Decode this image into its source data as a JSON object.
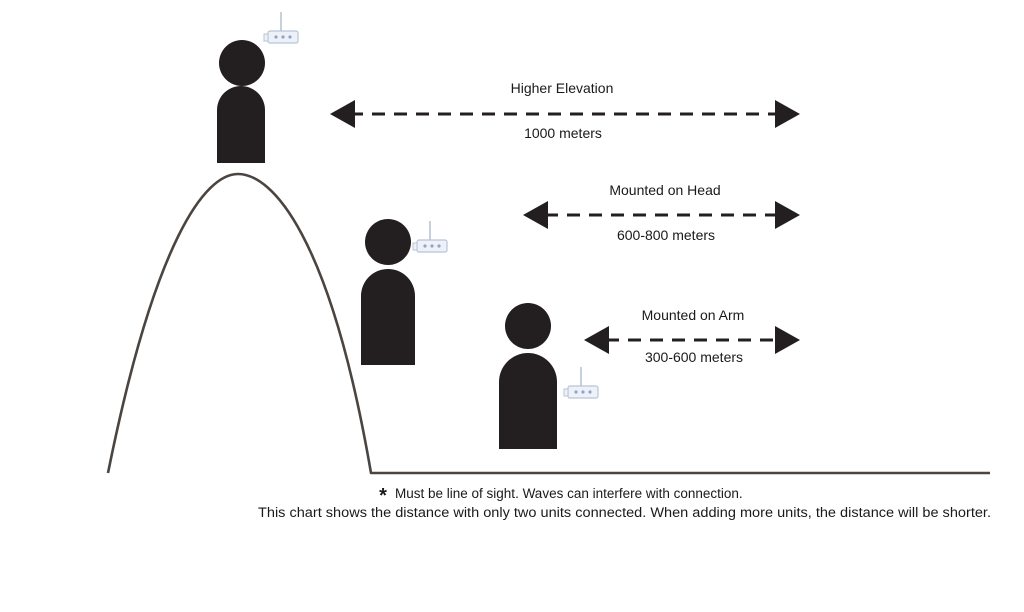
{
  "colors": {
    "figure": "#231f20",
    "terrain": "#4a4541",
    "device_body": "#eef2f8",
    "device_outline": "#b8c4d6",
    "device_led": "#8fa6c8"
  },
  "icons": {
    "person": "person-silhouette-icon",
    "device": "radio-transmitter-icon"
  },
  "ranges": [
    {
      "title": "Higher Elevation",
      "distance": "1000 meters"
    },
    {
      "title": "Mounted on Head",
      "distance": "600-800 meters"
    },
    {
      "title": "Mounted on Arm",
      "distance": "300-600 meters"
    }
  ],
  "footnote": {
    "marker": "*",
    "line1": "Must be line of sight.  Waves can interfere with connection.",
    "line2": "This chart shows the distance with only two units connected. When adding more units, the distance will be shorter."
  }
}
